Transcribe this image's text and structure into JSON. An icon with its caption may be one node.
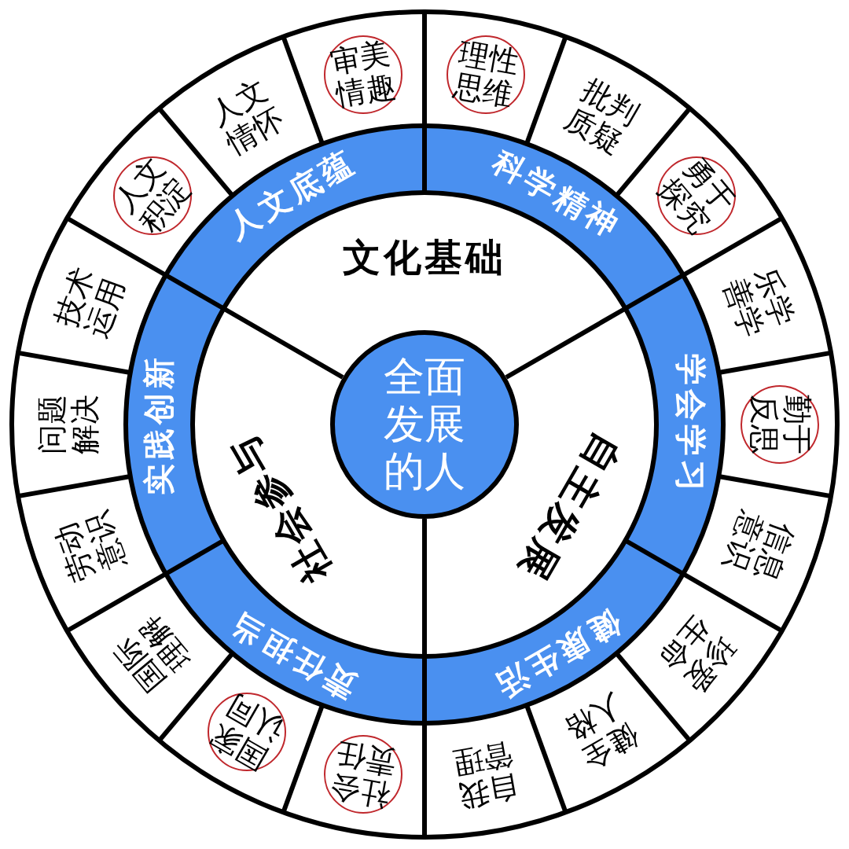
{
  "diagram": {
    "nodes": [
      {
        "text": [
          "全面发展的人"
        ]
      },
      {
        "text": [
          "文化基础"
        ]
      },
      {
        "text": [
          "自主发展"
        ]
      },
      {
        "text": [
          "社会参与"
        ]
      },
      {
        "text": [
          "科学精神"
        ]
      },
      {
        "text": [
          "学会学习"
        ]
      },
      {
        "text": [
          "健康生活"
        ]
      },
      {
        "text": [
          "责任担当"
        ]
      },
      {
        "text": [
          "实践创新"
        ]
      },
      {
        "text": [
          "人文底蕴"
        ]
      },
      {
        "text": [],
        "shape": "circle"
      },
      {
        "text": [
          "理性思维"
        ],
        "in": 10
      },
      {
        "text": [
          "批判质疑"
        ]
      },
      {
        "text": [],
        "shape": "circle"
      },
      {
        "text": [
          "勇于探究"
        ],
        "in": 13
      },
      {
        "text": [
          "乐学善学"
        ]
      },
      {
        "text": [],
        "shape": "circle"
      },
      {
        "text": [
          "勤于反思"
        ],
        "in": 16
      },
      {
        "text": [
          "信息意识"
        ]
      },
      {
        "text": [
          "珍爱生命"
        ]
      },
      {
        "text": [
          "健全人格"
        ]
      },
      {
        "text": [
          "自我管理"
        ]
      },
      {
        "text": [],
        "shape": "circle"
      },
      {
        "text": [
          "社会责任"
        ],
        "in": 22
      },
      {
        "text": [],
        "shape": "circle"
      },
      {
        "text": [
          "国家认同"
        ],
        "in": 24
      },
      {
        "text": [
          "国际理解"
        ]
      },
      {
        "text": [
          "劳动意识"
        ]
      },
      {
        "text": [
          "问题解决"
        ]
      },
      {
        "text": [
          "技术运用"
        ]
      },
      {
        "text": [],
        "shape": "circle"
      },
      {
        "text": [
          "人文积淀"
        ],
        "in": 30
      },
      {
        "text": [
          "人文情怀"
        ]
      },
      {
        "text": [],
        "shape": "circle"
      },
      {
        "text": [
          "审美情趣"
        ],
        "in": 33
      }
    ]
  }
}
